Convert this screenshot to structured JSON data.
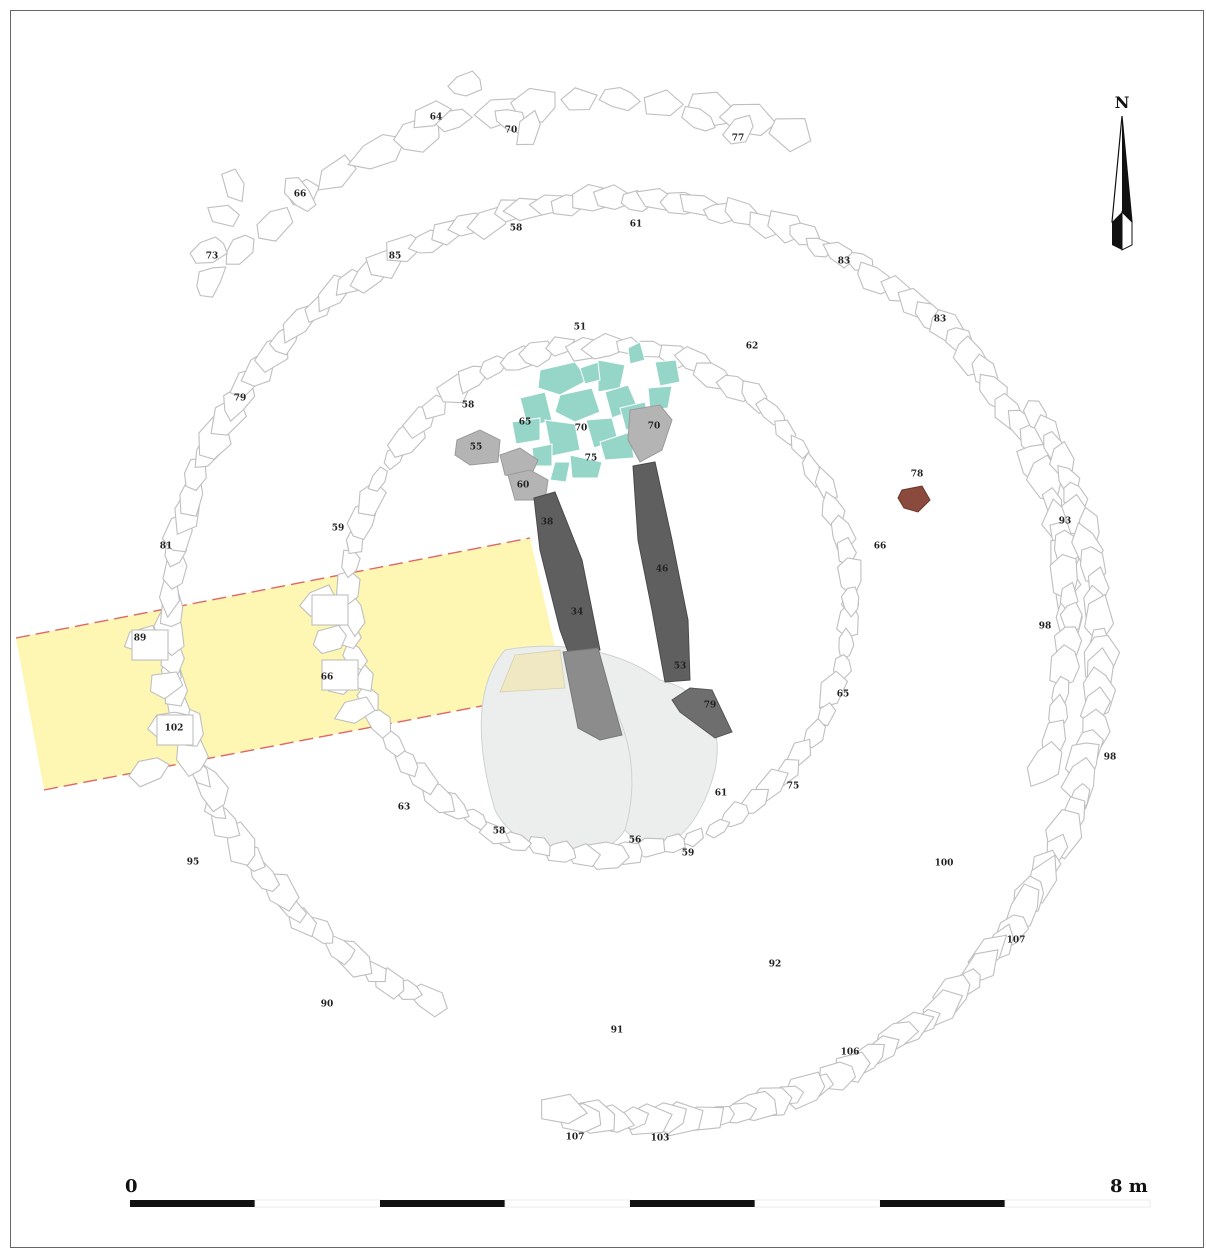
{
  "map": {
    "north_label": "N",
    "scale": {
      "start_label": "0",
      "end_label": "8 m"
    },
    "colors": {
      "trench": "#fdf7b3",
      "trench_edge": "#e06666",
      "stone_outline": "#bfbfbf",
      "turquoise_stones": "#96d6c8",
      "orthostat_dark": "#5f5f5f",
      "orthostat_mid": "#8c8c8c",
      "grey_stones": "#b4b4b4",
      "red_stone": "#8a4a3e",
      "mound": "#eceeee"
    },
    "stone_labels": [
      "64",
      "70",
      "77",
      "66",
      "73",
      "85",
      "58",
      "61",
      "83",
      "83",
      "51",
      "62",
      "79",
      "58",
      "65",
      "70",
      "70",
      "55",
      "75",
      "60",
      "78",
      "81",
      "59",
      "38",
      "46",
      "93",
      "66",
      "89",
      "34",
      "98",
      "66",
      "53",
      "79",
      "102",
      "65",
      "98",
      "63",
      "58",
      "56",
      "59",
      "61",
      "75",
      "95",
      "100",
      "107",
      "92",
      "90",
      "91",
      "106",
      "107",
      "103"
    ]
  }
}
